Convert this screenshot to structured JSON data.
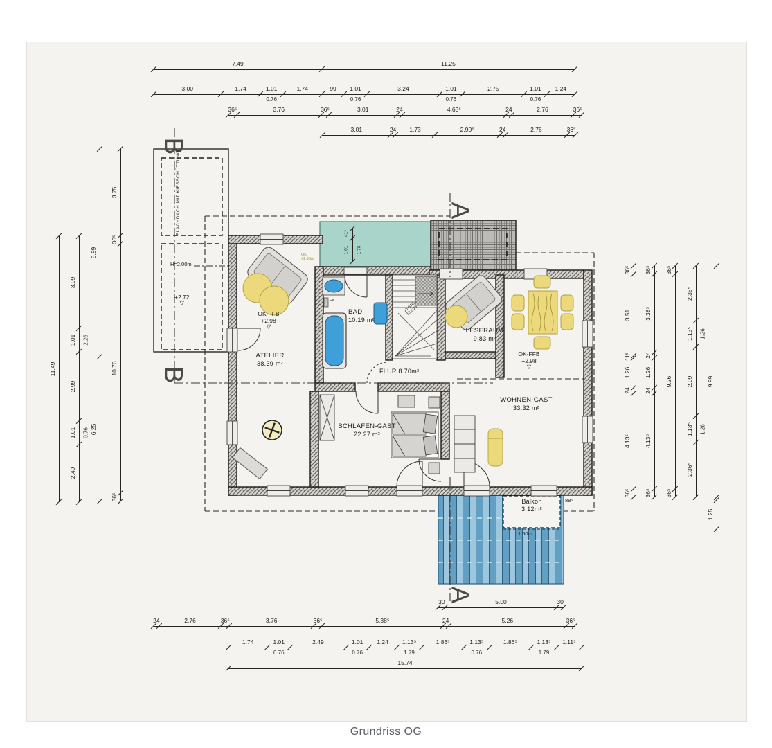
{
  "caption": "Grundriss OG",
  "palette": {
    "paper": "#f5f3f0",
    "wall_line": "#22201c",
    "teal_terrace": "#a9d4c9",
    "balkon_blue": "#93c2db",
    "balkon_slat": "#5e9cc0",
    "fixture_blue": "#3f9fd8",
    "furniture_yellow": "#ecd97b",
    "dim_text": "#1f1d1a"
  },
  "section_markers": {
    "a": "A",
    "b": "B"
  },
  "rooms": {
    "atelier": {
      "name": "ATELIER",
      "area": "38.39 m²"
    },
    "bad": {
      "name": "BAD",
      "area": "10.19 m²"
    },
    "leseraum": {
      "name": "LESERAUM",
      "area": "9.83 m²"
    },
    "flur": {
      "name": "FLUR",
      "area": "8.70m²"
    },
    "schlafen_gast": {
      "name": "SCHLAFEN-GAST",
      "area": "22.27 m²"
    },
    "wohnen_gast": {
      "name": "WOHNEN-GAST",
      "area": "33.32 m²"
    },
    "balkon": {
      "name": "Balkon",
      "area": "3,12m²",
      "depth": "1.50m",
      "edge_dim": "88⁵"
    }
  },
  "levels": {
    "atelier": {
      "label": "OK-FFB",
      "value": "+2.98",
      "symbol": "▽"
    },
    "wohnen": {
      "label": "OK-FFB",
      "value": "+2.98",
      "symbol": "▽"
    },
    "wing": {
      "value": "+2.72",
      "symbol": "▽"
    },
    "terrace_note_l1": "OK.",
    "terrace_note_l2": "+2,98m"
  },
  "annotations": {
    "flat_roof": "FLACHDACH MIT KIESSCHÜTTUNG",
    "wing_height": "H=2,00m",
    "stairs_l1": "16 STG",
    "stairs_l2": "18,6/25",
    "heater": "HK"
  },
  "dimensions": {
    "chains": {
      "t1": {
        "segments": [
          {
            "l": "7.49",
            "v": 7.49
          },
          {
            "l": "11.25",
            "v": 11.25
          }
        ]
      },
      "t2": {
        "segments": [
          {
            "l": "3.00",
            "v": 3.0
          },
          {
            "l": "1.74",
            "v": 1.74
          },
          {
            "l": "1.01",
            "v": 1.01,
            "s": "0.76"
          },
          {
            "l": "1.74",
            "v": 1.74
          },
          {
            "l": "99",
            "v": 0.99
          },
          {
            "l": "1.01",
            "v": 1.01,
            "s": "0.76"
          },
          {
            "l": "3.24",
            "v": 3.24
          },
          {
            "l": "1.01",
            "v": 1.01,
            "s": "0.76"
          },
          {
            "l": "2.75",
            "v": 2.75
          },
          {
            "l": "1.01",
            "v": 1.01,
            "s": "0.76"
          },
          {
            "l": "1.24",
            "v": 1.24
          }
        ]
      },
      "t3": {
        "segments": [
          {
            "l": "36⁵",
            "v": 0.365
          },
          {
            "l": "3.76",
            "v": 3.76
          },
          {
            "l": "36⁵",
            "v": 0.365
          },
          {
            "l": "3.01",
            "v": 3.01
          },
          {
            "l": "24",
            "v": 0.24
          },
          {
            "l": "4.63⁵",
            "v": 4.635
          },
          {
            "l": "24",
            "v": 0.24
          },
          {
            "l": "2.76",
            "v": 2.76
          },
          {
            "l": "36⁵",
            "v": 0.365
          }
        ]
      },
      "t4": {
        "segments": [
          {
            "l": "3.01",
            "v": 3.01
          },
          {
            "l": "24",
            "v": 0.24
          },
          {
            "l": "1.73",
            "v": 1.73
          },
          {
            "l": "2.90⁵",
            "v": 2.905
          },
          {
            "l": "24",
            "v": 0.24
          },
          {
            "l": "2.76",
            "v": 2.76
          },
          {
            "l": "36⁵",
            "v": 0.365
          }
        ]
      },
      "b0": {
        "segments": [
          {
            "l": "30",
            "v": 0.3
          },
          {
            "l": "5.00",
            "v": 5.0
          },
          {
            "l": "30",
            "v": 0.3
          }
        ]
      },
      "b1": {
        "segments": [
          {
            "l": "24",
            "v": 0.24
          },
          {
            "l": "2.76",
            "v": 2.76
          },
          {
            "l": "36⁵",
            "v": 0.365
          },
          {
            "l": "3.76",
            "v": 3.76
          },
          {
            "l": "36⁵",
            "v": 0.365
          },
          {
            "l": "5.38⁵",
            "v": 5.385
          },
          {
            "l": "24",
            "v": 0.24
          },
          {
            "l": "5.26",
            "v": 5.26
          },
          {
            "l": "36⁵",
            "v": 0.365
          }
        ]
      },
      "b2": {
        "segments": [
          {
            "l": "1.74",
            "v": 1.74
          },
          {
            "l": "1.01",
            "v": 1.01,
            "s": "0.76"
          },
          {
            "l": "2.49",
            "v": 2.49
          },
          {
            "l": "1.01",
            "v": 1.01,
            "s": "0.76"
          },
          {
            "l": "1.24",
            "v": 1.24
          },
          {
            "l": "1.13⁵",
            "v": 1.135,
            "s": "1.79"
          },
          {
            "l": "1.86⁵",
            "v": 1.865
          },
          {
            "l": "1.13⁵",
            "v": 1.135,
            "s": "0.76"
          },
          {
            "l": "1.86⁵",
            "v": 1.865
          },
          {
            "l": "1.13⁵",
            "v": 1.135,
            "s": "1.79"
          },
          {
            "l": "1.11⁵",
            "v": 1.115
          }
        ]
      },
      "b3": {
        "segments": [
          {
            "l": "15.74",
            "v": 15.74
          }
        ]
      },
      "l1": {
        "segments": [
          {
            "l": "11.49",
            "v": 11.49
          }
        ]
      },
      "l2": {
        "segments": [
          {
            "l": "3.99",
            "v": 3.99
          },
          {
            "l": "1.01",
            "v": 1.01,
            "s": "2.26"
          },
          {
            "l": "2.99",
            "v": 2.99
          },
          {
            "l": "1.01",
            "v": 1.01,
            "s": "0.76"
          },
          {
            "l": "2.49",
            "v": 2.49
          }
        ]
      },
      "l3": {
        "segments": [
          {
            "l": "8.99",
            "v": 8.99
          },
          {
            "l": "6.25",
            "v": 6.25
          }
        ]
      },
      "l4": {
        "segments": [
          {
            "l": "3.75",
            "v": 3.75
          },
          {
            "l": "36⁵",
            "v": 0.365
          },
          {
            "l": "10.76",
            "v": 10.76
          },
          {
            "l": "36⁵",
            "v": 0.365
          }
        ]
      },
      "r1": {
        "segments": [
          {
            "l": "36⁵",
            "v": 0.365
          },
          {
            "l": "3.51",
            "v": 3.51
          },
          {
            "l": "11⁵",
            "v": 0.115
          },
          {
            "l": "1.26",
            "v": 1.26
          },
          {
            "l": "24",
            "v": 0.24
          },
          {
            "l": "4.13⁵",
            "v": 4.135
          },
          {
            "l": "36⁵",
            "v": 0.365
          }
        ]
      },
      "r2": {
        "segments": [
          {
            "l": "36⁵",
            "v": 0.365
          },
          {
            "l": "3.38⁵",
            "v": 3.385
          },
          {
            "l": "24",
            "v": 0.24
          },
          {
            "l": "1.26",
            "v": 1.26
          },
          {
            "l": "24",
            "v": 0.24
          },
          {
            "l": "4.13⁵",
            "v": 4.135
          },
          {
            "l": "36⁵",
            "v": 0.365
          }
        ]
      },
      "r3": {
        "segments": [
          {
            "l": "36⁵",
            "v": 0.365
          },
          {
            "l": "9.26",
            "v": 9.26
          },
          {
            "l": "36⁵",
            "v": 0.365
          }
        ]
      },
      "r4": {
        "segments": [
          {
            "l": "2.36⁵",
            "v": 2.365
          },
          {
            "l": "1.13⁵",
            "v": 1.135,
            "s": "1.26"
          },
          {
            "l": "2.99",
            "v": 2.99
          },
          {
            "l": "1.13⁵",
            "v": 1.135,
            "s": "1.26"
          },
          {
            "l": "2.36⁵",
            "v": 2.365
          }
        ]
      },
      "r5": {
        "segments": [
          {
            "l": "9.99",
            "v": 9.99
          }
        ]
      },
      "r6": {
        "segments": [
          {
            "l": "1.25",
            "v": 1.25
          }
        ]
      },
      "terr": {
        "segments": [
          {
            "l": "41⁵",
            "v": 0.415
          },
          {
            "l": "1.01",
            "v": 1.01,
            "s": "1.76"
          }
        ]
      }
    }
  }
}
